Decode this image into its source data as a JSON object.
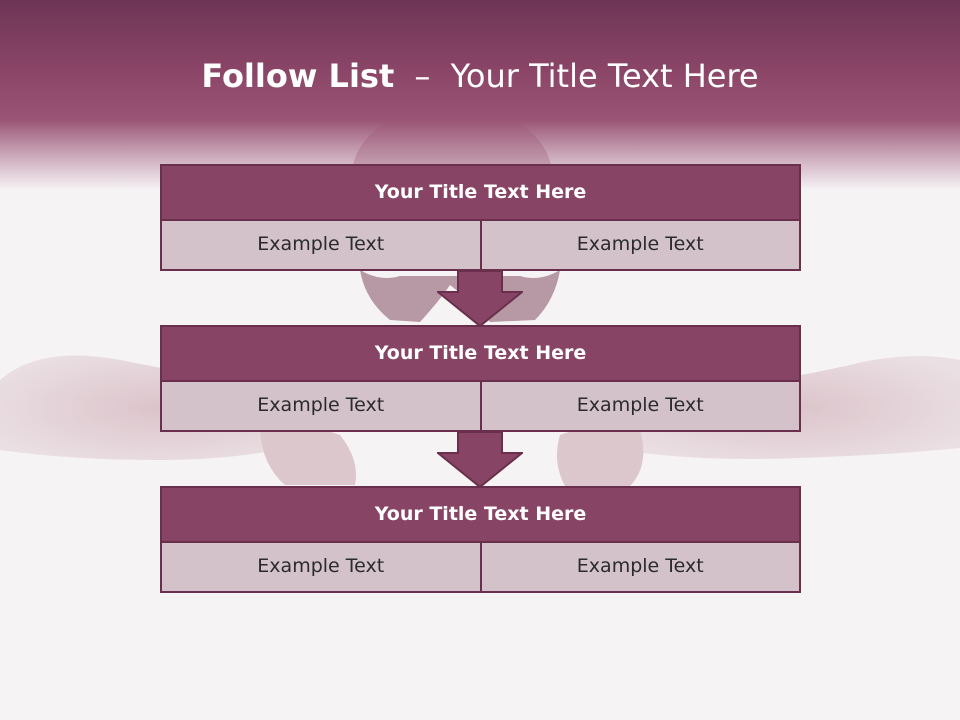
{
  "slide": {
    "title_main": "Follow List",
    "title_separator": "–",
    "title_sub": "Your Title Text Here"
  },
  "blocks": [
    {
      "title": "Your Title Text Here",
      "left_text": "Example Text",
      "right_text": "Example Text"
    },
    {
      "title": "Your Title Text Here",
      "left_text": "Example Text",
      "right_text": "Example Text"
    },
    {
      "title": "Your Title Text Here",
      "left_text": "Example Text",
      "right_text": "Example Text"
    }
  ],
  "colors": {
    "header_band": "#8a4567",
    "block_header": "#874464",
    "block_cell": "#d3c2ca",
    "border": "#6a2f4c"
  },
  "background_image": "woman-leaning-over-blank-board"
}
